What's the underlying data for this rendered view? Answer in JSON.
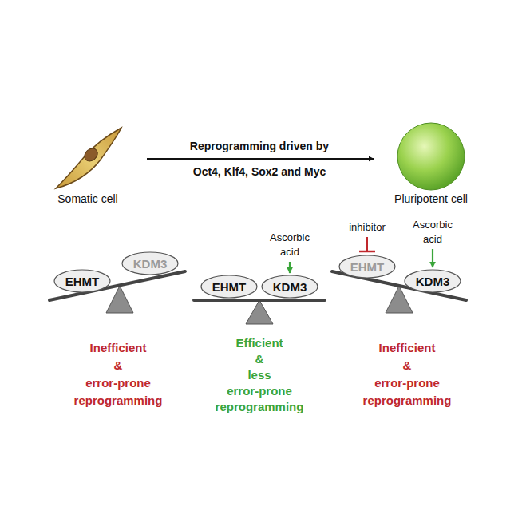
{
  "diagram": {
    "nodes": [
      {
        "text": [
          "Somatic cell"
        ]
      },
      {
        "text": [
          "Pluripotent cell"
        ]
      },
      {
        "text": [
          "EHMT"
        ]
      },
      {
        "text": [
          "KDM3"
        ]
      },
      {
        "text": [
          "EHMT"
        ]
      },
      {
        "text": [
          "KDM3"
        ]
      },
      {
        "text": [
          "EHMT"
        ]
      },
      {
        "text": [
          "KDM3"
        ]
      }
    ],
    "edges": [
      {
        "from": 0,
        "to": 1,
        "arrow": "to",
        "label": "Reprogramming driven by Oct4, Klf4, Sox2 and Myc"
      }
    ],
    "labels": [
      "Ascorbic acid",
      "inhibitor",
      "Ascorbic acid",
      "Inefficient & error-prone reprogramming",
      "Efficient & less error-prone reprogramming",
      "Inefficient & error-prone reprogramming"
    ]
  }
}
